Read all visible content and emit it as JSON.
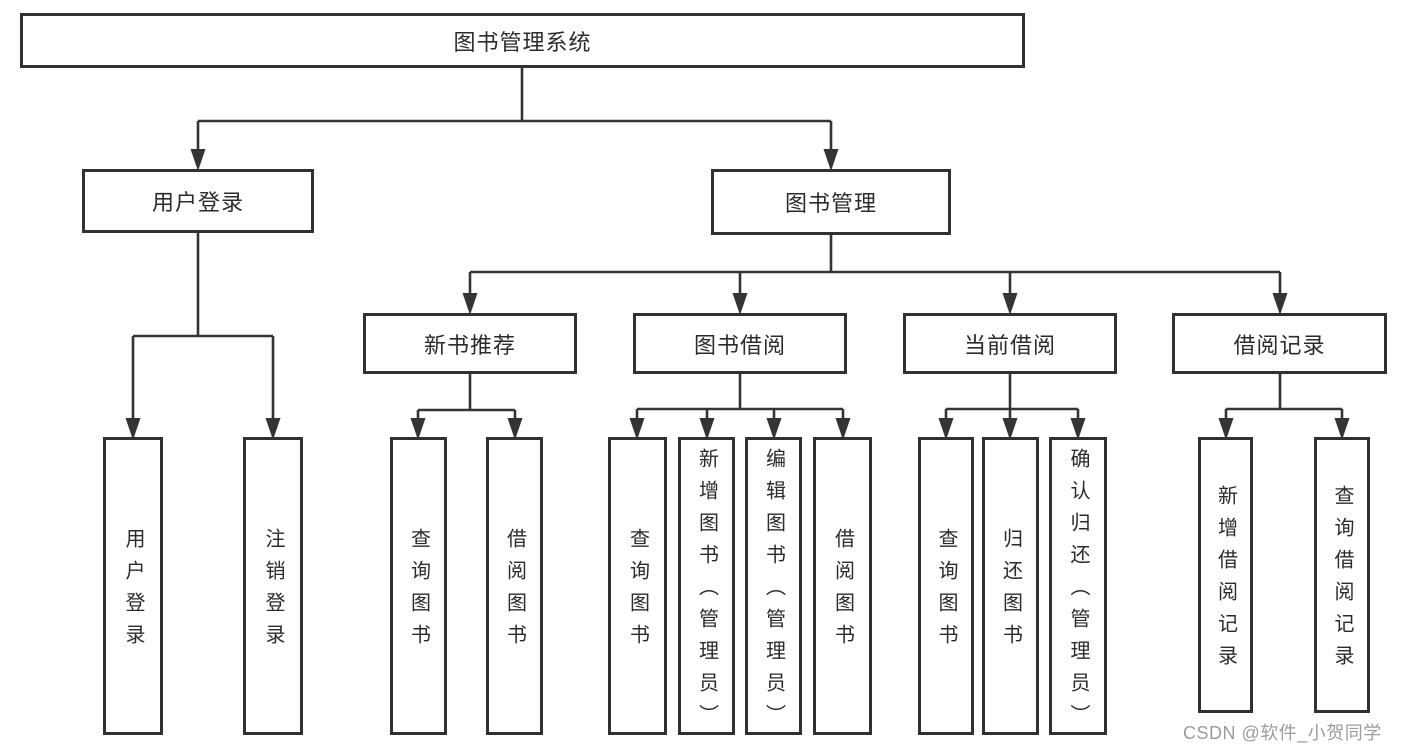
{
  "diagram": {
    "type": "hierarchy-tree",
    "tree": {
      "label": "图书管理系统",
      "children": [
        {
          "label": "用户登录",
          "children": [
            {
              "label": "用户登录"
            },
            {
              "label": "注销登录"
            }
          ]
        },
        {
          "label": "图书管理",
          "children": [
            {
              "label": "新书推荐",
              "children": [
                {
                  "label": "查询图书"
                },
                {
                  "label": "借阅图书"
                }
              ]
            },
            {
              "label": "图书借阅",
              "children": [
                {
                  "label": "查询图书"
                },
                {
                  "label": "新增图书（管理员）"
                },
                {
                  "label": "编辑图书（管理员）"
                },
                {
                  "label": "借阅图书"
                }
              ]
            },
            {
              "label": "当前借阅",
              "children": [
                {
                  "label": "查询图书"
                },
                {
                  "label": "归还图书"
                },
                {
                  "label": "确认归还（管理员）"
                }
              ]
            },
            {
              "label": "借阅记录",
              "children": [
                {
                  "label": "新增借阅记录"
                },
                {
                  "label": "查询借阅记录"
                }
              ]
            }
          ]
        }
      ]
    },
    "colors": {
      "line": "#343434",
      "box_border": "#313131",
      "text": "#2b2b2b",
      "background": "#ffffff"
    }
  },
  "watermark": {
    "text": "CSDN @软件_小贺同学",
    "color": "#9c9c9c"
  }
}
